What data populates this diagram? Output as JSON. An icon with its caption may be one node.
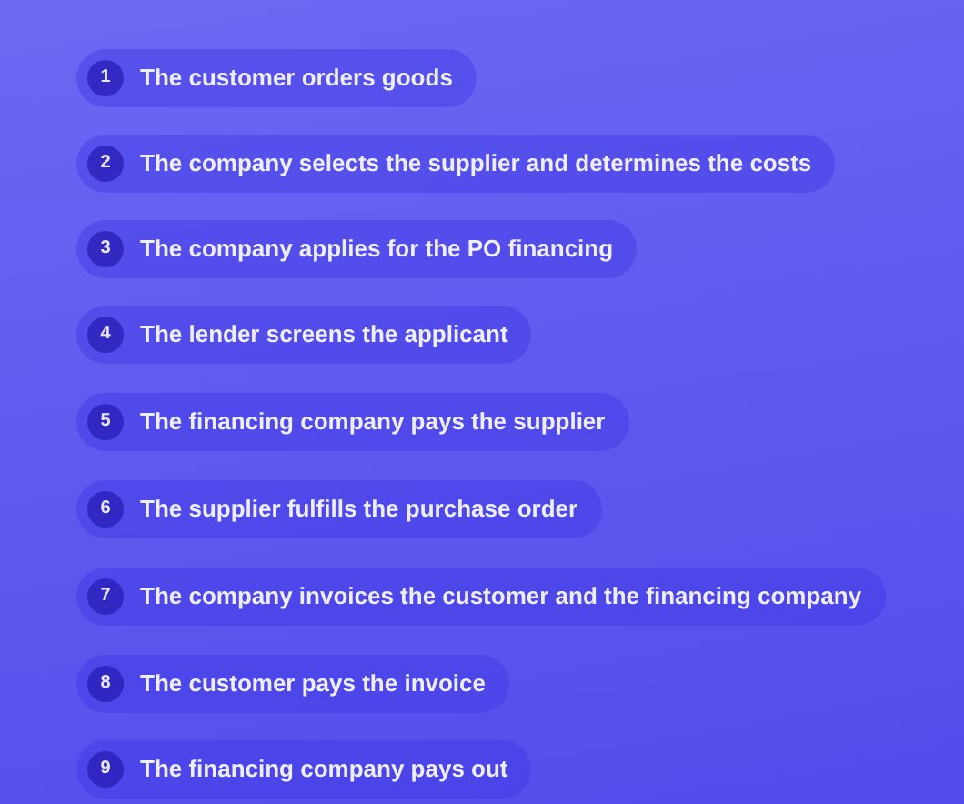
{
  "diagram": {
    "nodes": [
      {
        "text": [
          "The customer orders goods"
        ]
      },
      {
        "text": [
          "1"
        ],
        "in": 0
      },
      {
        "text": [
          "The company selects the supplier and determines the costs"
        ]
      },
      {
        "text": [
          "2"
        ],
        "in": 2
      },
      {
        "text": [
          "The company applies for the PO financing"
        ]
      },
      {
        "text": [
          "3"
        ],
        "in": 4
      },
      {
        "text": [
          "The lender screens the applicant"
        ]
      },
      {
        "text": [
          "4"
        ],
        "in": 6
      },
      {
        "text": [
          "The financing company pays the supplier"
        ]
      },
      {
        "text": [
          "5"
        ],
        "in": 8
      },
      {
        "text": [
          "The supplier fulfills the purchase order"
        ]
      },
      {
        "text": [
          "6"
        ],
        "in": 10
      },
      {
        "text": [
          "The company invoices the customer and the financing company"
        ]
      },
      {
        "text": [
          "7"
        ],
        "in": 12
      },
      {
        "text": [
          "The customer pays the invoice"
        ]
      },
      {
        "text": [
          "8"
        ],
        "in": 14
      },
      {
        "text": [
          "The financing company pays out"
        ]
      },
      {
        "text": [
          "9"
        ],
        "in": 16
      }
    ],
    "edges": []
  }
}
